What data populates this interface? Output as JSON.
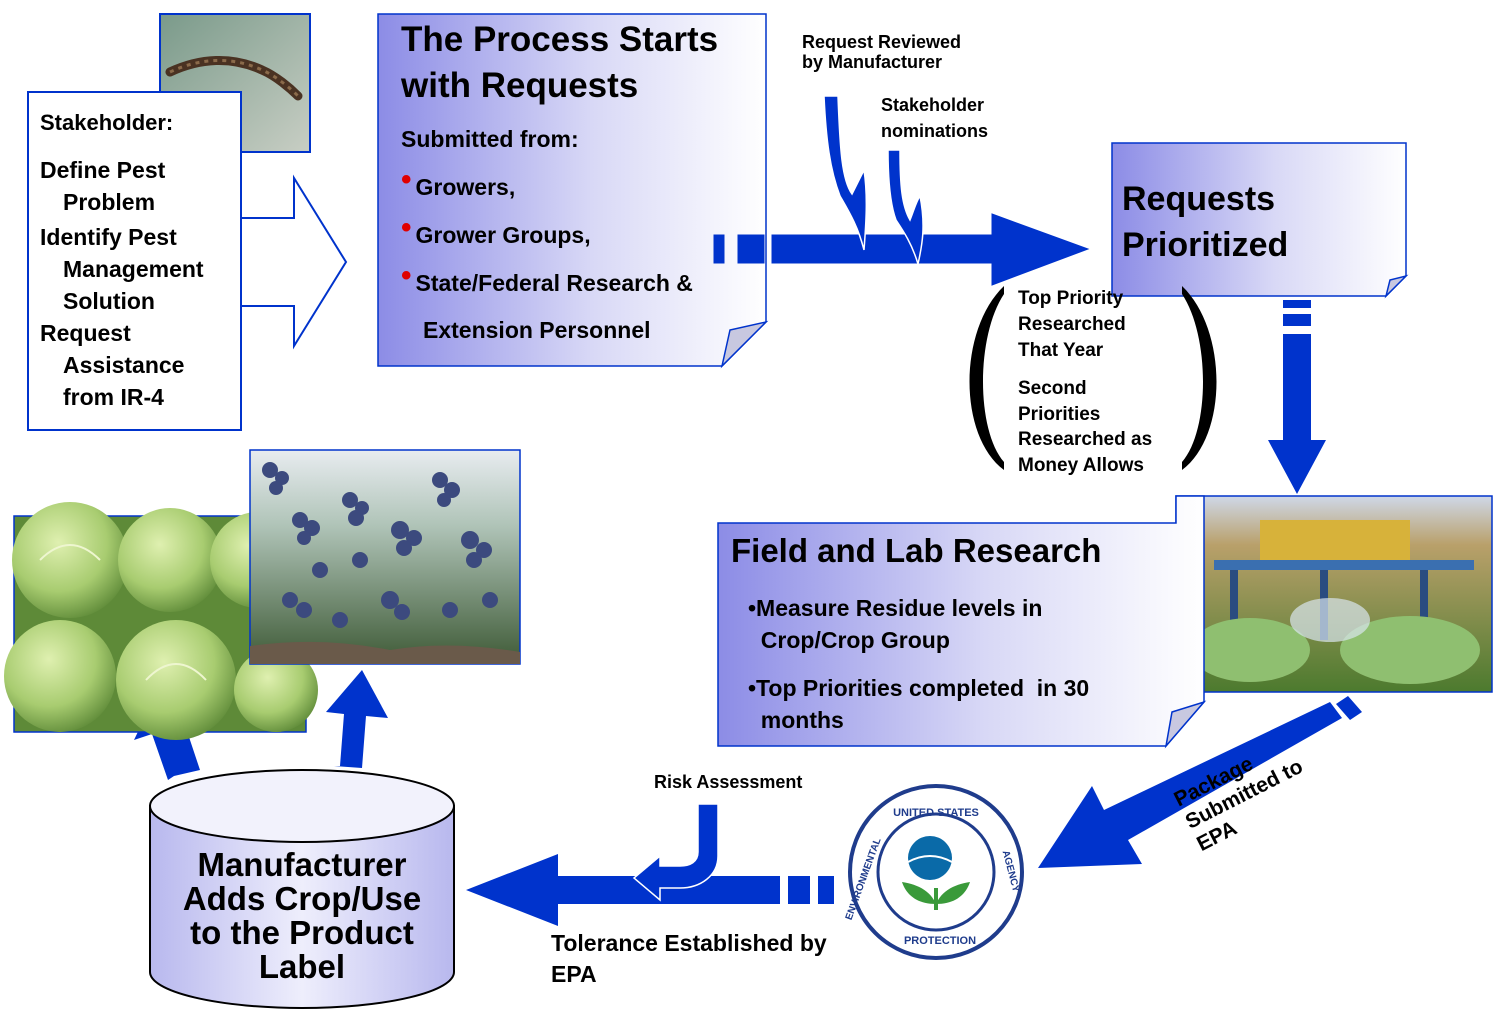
{
  "stakeholder": {
    "heading": "Stakeholder:",
    "lines": [
      "Define Pest",
      "Problem",
      "Identify Pest",
      "Management",
      "Solution",
      "Request",
      "Assistance",
      "from  IR-4"
    ]
  },
  "requests": {
    "title_line1": "The Process Starts",
    "title_line2": "with Requests",
    "submitted_from": "Submitted from:",
    "items": [
      "Growers,",
      "Grower Groups,",
      "State/Federal Research &",
      "Extension Personnel"
    ]
  },
  "pipeline": {
    "request_reviewed": "Request Reviewed\nby Manufacturer",
    "stakeholder_nominations": "Stakeholder\nnominations"
  },
  "prioritized": {
    "line1": "Requests",
    "line2": "Prioritized",
    "top_priority": "Top Priority\nResearched\nThat Year",
    "second_priorities": "Second\nPriorities\nResearched as\nMoney Allows"
  },
  "research": {
    "title": "Field and Lab Research",
    "bullet1": "•Measure Residue levels in\n  Crop/Crop Group",
    "bullet2": "•Top Priorities completed  in 30\n  months"
  },
  "package": {
    "label": "Package\nSubmitted to\nEPA"
  },
  "epa": {
    "seal_top": "UNITED STATES",
    "seal_left": "ENVIRONMENTAL",
    "seal_right": "AGENCY",
    "seal_bottom": "PROTECTION"
  },
  "risk_assessment": "Risk Assessment",
  "tolerance": "Tolerance Established by\nEPA",
  "manufacturer": "Manufacturer\nAdds Crop/Use\nto the Product\nLabel",
  "colors": {
    "arrow_blue": "#0033cc",
    "outline_blue": "#0033cc",
    "box_gradient_start": "#8c8ce6",
    "box_gradient_end": "#ffffff"
  }
}
